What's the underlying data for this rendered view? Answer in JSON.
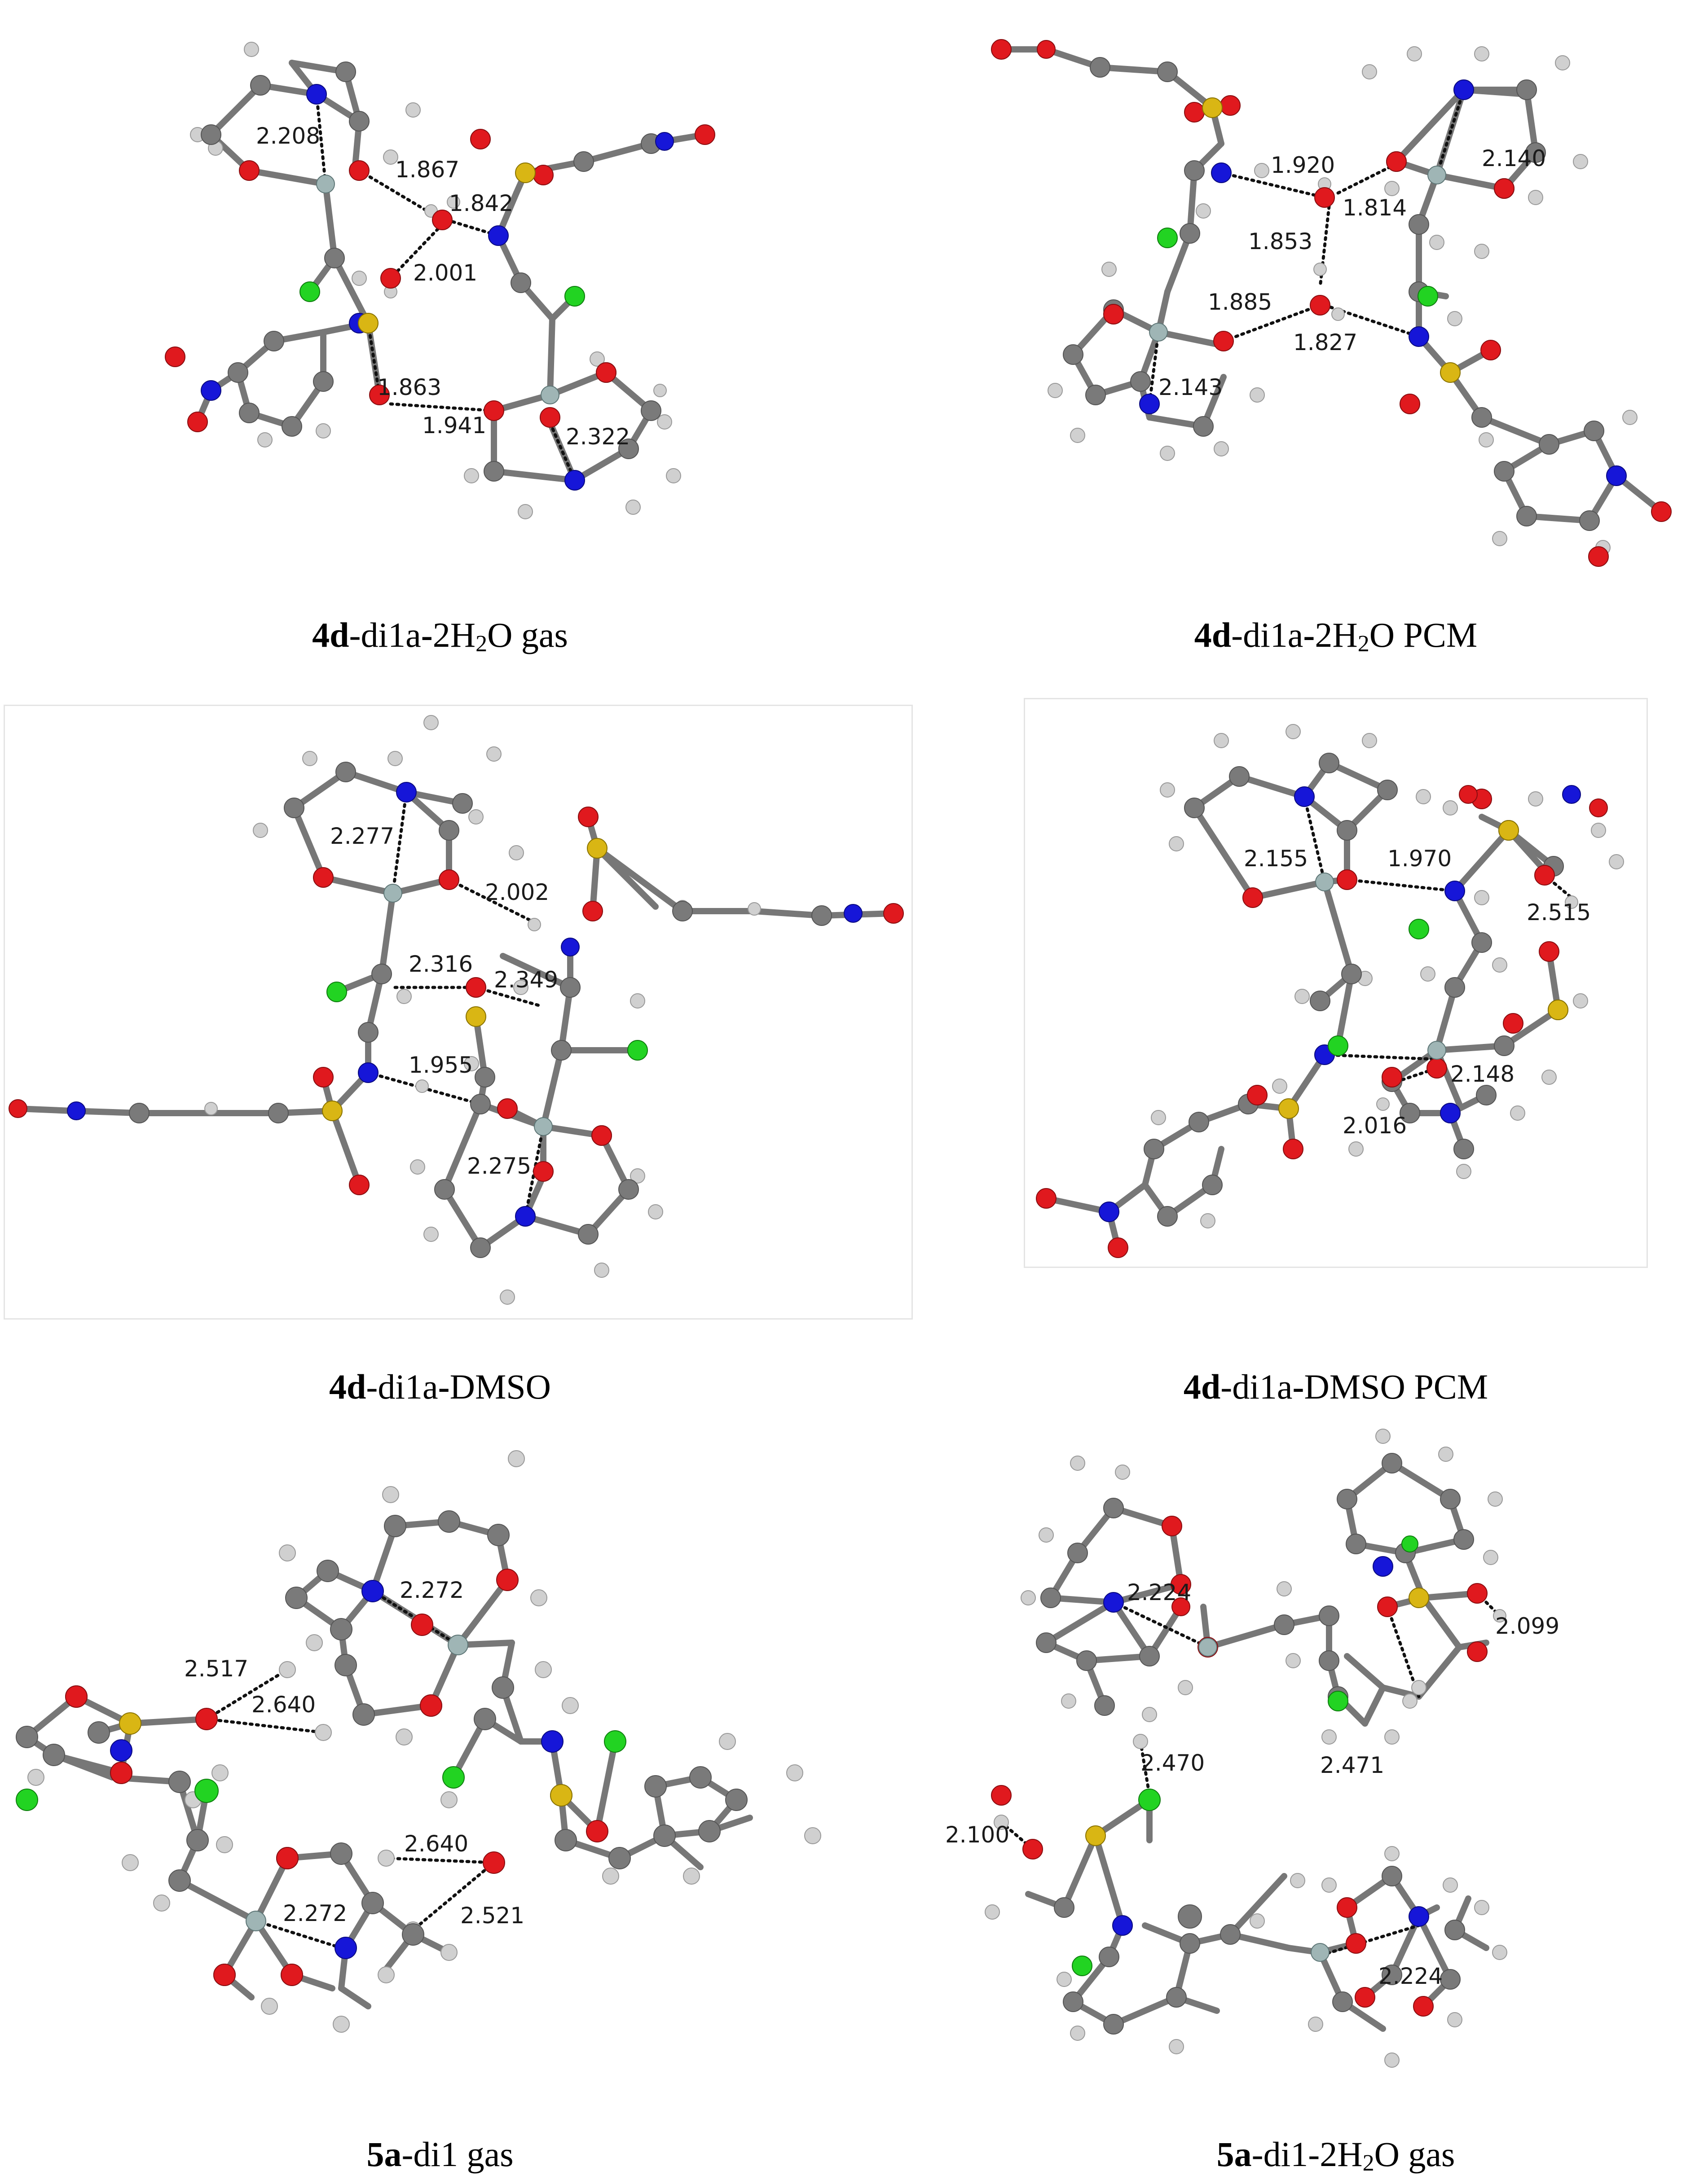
{
  "colors": {
    "carbon": "#7a7a7a",
    "hydrogen": "#d0d0d0",
    "oxygen": "#e0191e",
    "nitrogen": "#1616d8",
    "sulfur": "#d9b614",
    "chlorine": "#22d322",
    "silicon": "#9fb5b5",
    "bond": "#777777",
    "hbond": "#111111"
  },
  "panels": [
    {
      "id": "p1",
      "caption": {
        "bold": "4d",
        "mid": "-di1a",
        "b2": "-",
        "pre": "2H",
        "sub": "2",
        "post": "O gas"
      },
      "distances": [
        "2.208",
        "1.867",
        "1.842",
        "2.001",
        "1.863",
        "1.941",
        "2.322"
      ]
    },
    {
      "id": "p2",
      "caption": {
        "bold": "4d",
        "mid": "-di1a",
        "b2": "-",
        "pre": "2H",
        "sub": "2",
        "post": "O PCM"
      },
      "distances": [
        "1.920",
        "2.140",
        "1.814",
        "1.853",
        "1.885",
        "1.827",
        "2.143"
      ]
    },
    {
      "id": "p3",
      "caption": {
        "bold": "4d",
        "mid": "-di1a",
        "b2": "-",
        "pre": "DMSO",
        "sub": "",
        "post": ""
      },
      "distances": [
        "2.277",
        "2.002",
        "2.316",
        "2.349",
        "1.955",
        "2.275"
      ]
    },
    {
      "id": "p4",
      "caption": {
        "bold": "4d",
        "mid": "-di1a",
        "b2": "-",
        "pre": "DMSO PCM",
        "sub": "",
        "post": ""
      },
      "distances": [
        "2.155",
        "1.970",
        "2.515",
        "2.148",
        "2.016"
      ]
    },
    {
      "id": "p5",
      "caption": {
        "bold": "5a",
        "mid": "-di1 gas",
        "b2": "",
        "pre": "",
        "sub": "",
        "post": ""
      },
      "distances": [
        "2.272",
        "2.517",
        "2.640",
        "2.640",
        "2.521",
        "2.272"
      ]
    },
    {
      "id": "p6",
      "caption": {
        "bold": "5a",
        "mid": "-di1-2H",
        "b2": "",
        "pre": "",
        "sub": "2",
        "post": "O gas"
      },
      "distances": [
        "2.224",
        "2.099",
        "2.470",
        "2.471",
        "2.100",
        "2.224"
      ]
    }
  ]
}
